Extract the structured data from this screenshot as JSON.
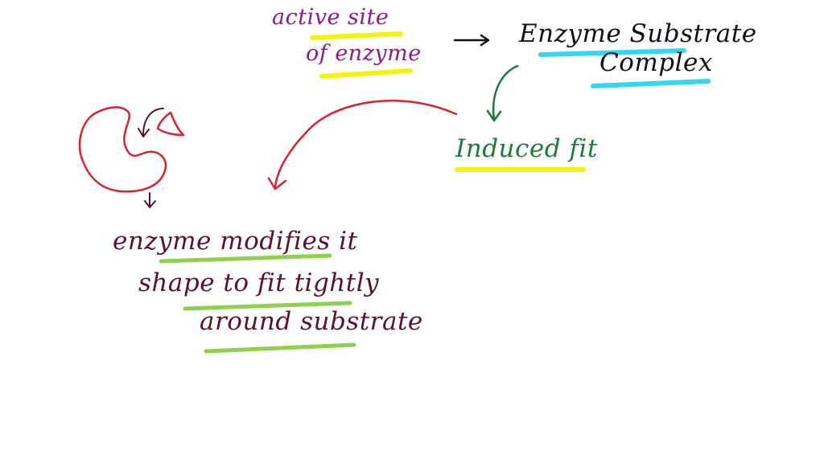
{
  "labels": {
    "active_site_line1": "active site",
    "active_site_line2": "of enzyme",
    "complex_line1": "Enzyme Substrate",
    "complex_line2": "Complex",
    "induced_fit": "Induced fit",
    "note_line1": "enzyme modifies it",
    "note_line2": "shape to fit tightly",
    "note_line3": "around substrate"
  },
  "colors": {
    "purple_ink": "#8e1a87",
    "black_ink": "#111111",
    "green_ink": "#1d7a3a",
    "maroon_ink": "#5a1030",
    "red_ink": "#d8232f",
    "yellow_highlight": "#f4f20f",
    "cyan_highlight": "#36d6ef",
    "light_green_highlight": "#8fd14f"
  }
}
